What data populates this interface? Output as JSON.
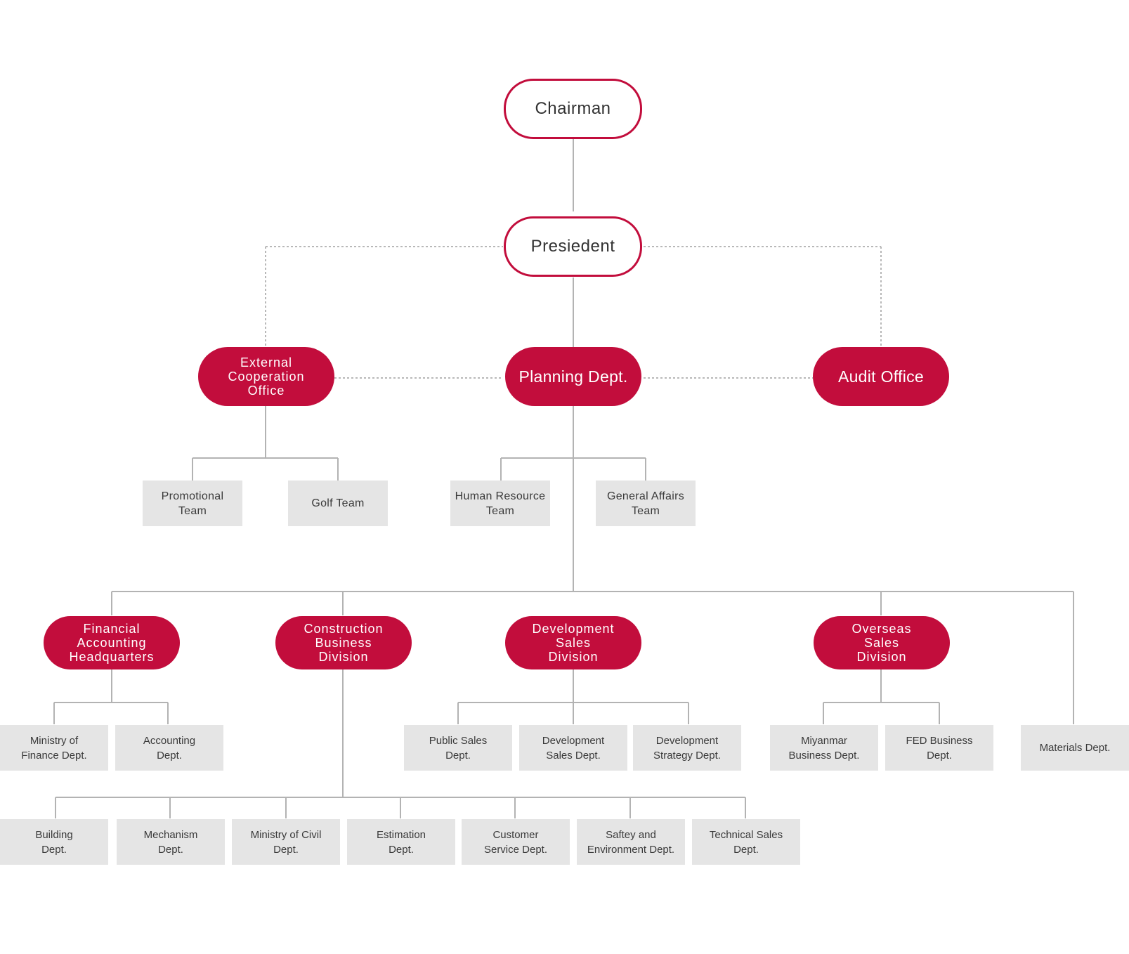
{
  "top": {
    "chairman": "Chairman",
    "president": "Presiedent"
  },
  "middle": {
    "external": "External\nCooperation\nOffice",
    "planning": "Planning Dept.",
    "audit": "Audit Office"
  },
  "teams": {
    "promotional": "Promotional\nTeam",
    "golf": "Golf Team",
    "hr": "Human Resource\nTeam",
    "general_affairs": "General Affairs\nTeam"
  },
  "divisions": {
    "financial": "Financial\nAccounting\nHeadquarters",
    "construction": "Construction\nBusiness\nDivision",
    "development": "Development\nSales\nDivision",
    "overseas": "Overseas\nSales\nDivision"
  },
  "departments": {
    "ministry_finance": "Ministry of\nFinance Dept.",
    "accounting": "Accounting\nDept.",
    "public_sales": "Public Sales\nDept.",
    "development_sales": "Development\nSales Dept.",
    "development_strategy": "Development\nStrategy Dept.",
    "miyanmar": "Miyanmar\nBusiness Dept.",
    "fed": "FED Business\nDept.",
    "materials": "Materials Dept.",
    "building": "Building\nDept.",
    "mechanism": "Mechanism\nDept.",
    "ministry_civil": "Ministry of Civil\nDept.",
    "estimation": "Estimation\nDept.",
    "customer_service": "Customer\nService Dept.",
    "safety": "Saftey and\nEnvironment Dept.",
    "technical_sales": "Technical Sales\nDept."
  },
  "colors": {
    "accent": "#c20d3c",
    "box_fill": "#e5e5e5",
    "line": "#b3b3b3",
    "dotted_line": "#b8b8b8"
  }
}
